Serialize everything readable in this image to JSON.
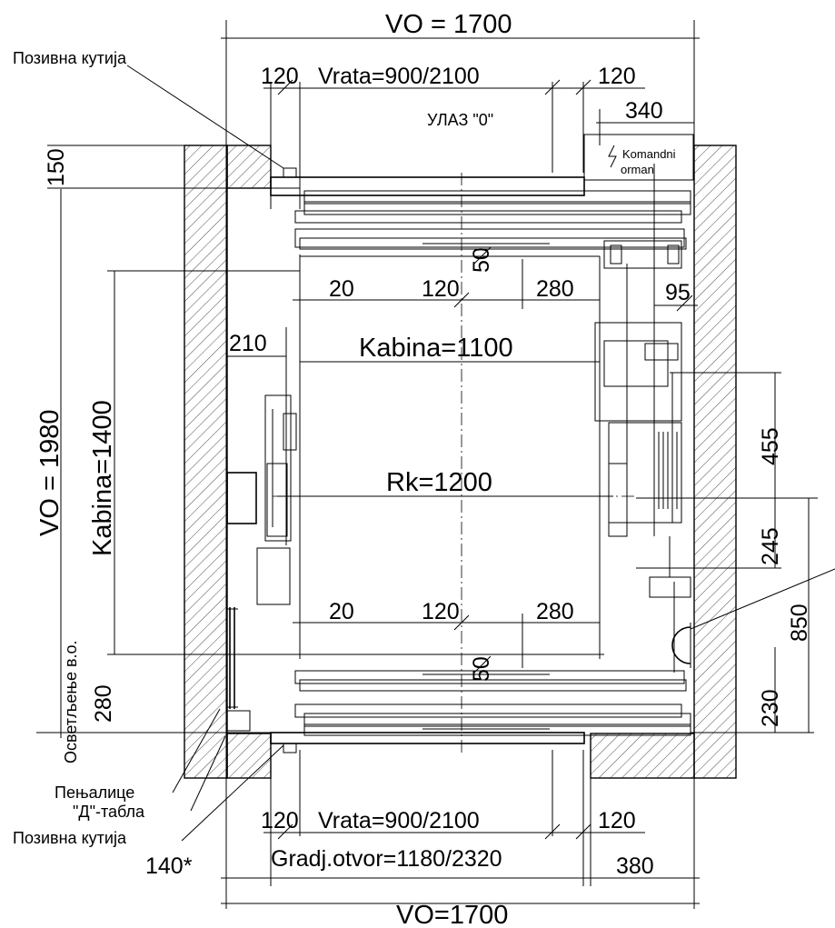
{
  "dims": {
    "vo_top": "VO = 1700",
    "door_top_120a": "120",
    "door_top": "Vrata=900/2100",
    "door_top_120b": "120",
    "ulaz": "УЛАЗ  \"0\"",
    "d340": "340",
    "d150": "150",
    "d50_top": "50",
    "d20_top": "20",
    "d120_top_inner": "120",
    "d280_top_inner": "280",
    "d95": "95",
    "d210": "210",
    "kabina_w": "Kabina=1100",
    "kabina_h": "Kabina=1400",
    "vo_1980": "VO = 1980",
    "rk": "Rk=1200",
    "d455": "455",
    "d245": "245",
    "d850": "850",
    "d20_bot": "20",
    "d120_bot_inner": "120",
    "d280_bot_inner": "280",
    "d50_bot": "50",
    "d280_left": "280",
    "d230": "230",
    "door_bot_120a": "120",
    "door_bot": "Vrata=900/2100",
    "door_bot_120b": "120",
    "d140": "140*",
    "gradj": "Gradj.otvor=1180/2320",
    "d380": "380",
    "vo_bottom": "VO=1700"
  },
  "labels": {
    "pozivna_top": "Позивна кутија",
    "komandni1": "Komandni",
    "komandni2": "orman",
    "osvetljenje": "Осветљење  в.о.",
    "penjalice": "Пењалице",
    "d_tabla": "\"Д\"-табла",
    "pozivna_bot": "Позивна кутија"
  }
}
